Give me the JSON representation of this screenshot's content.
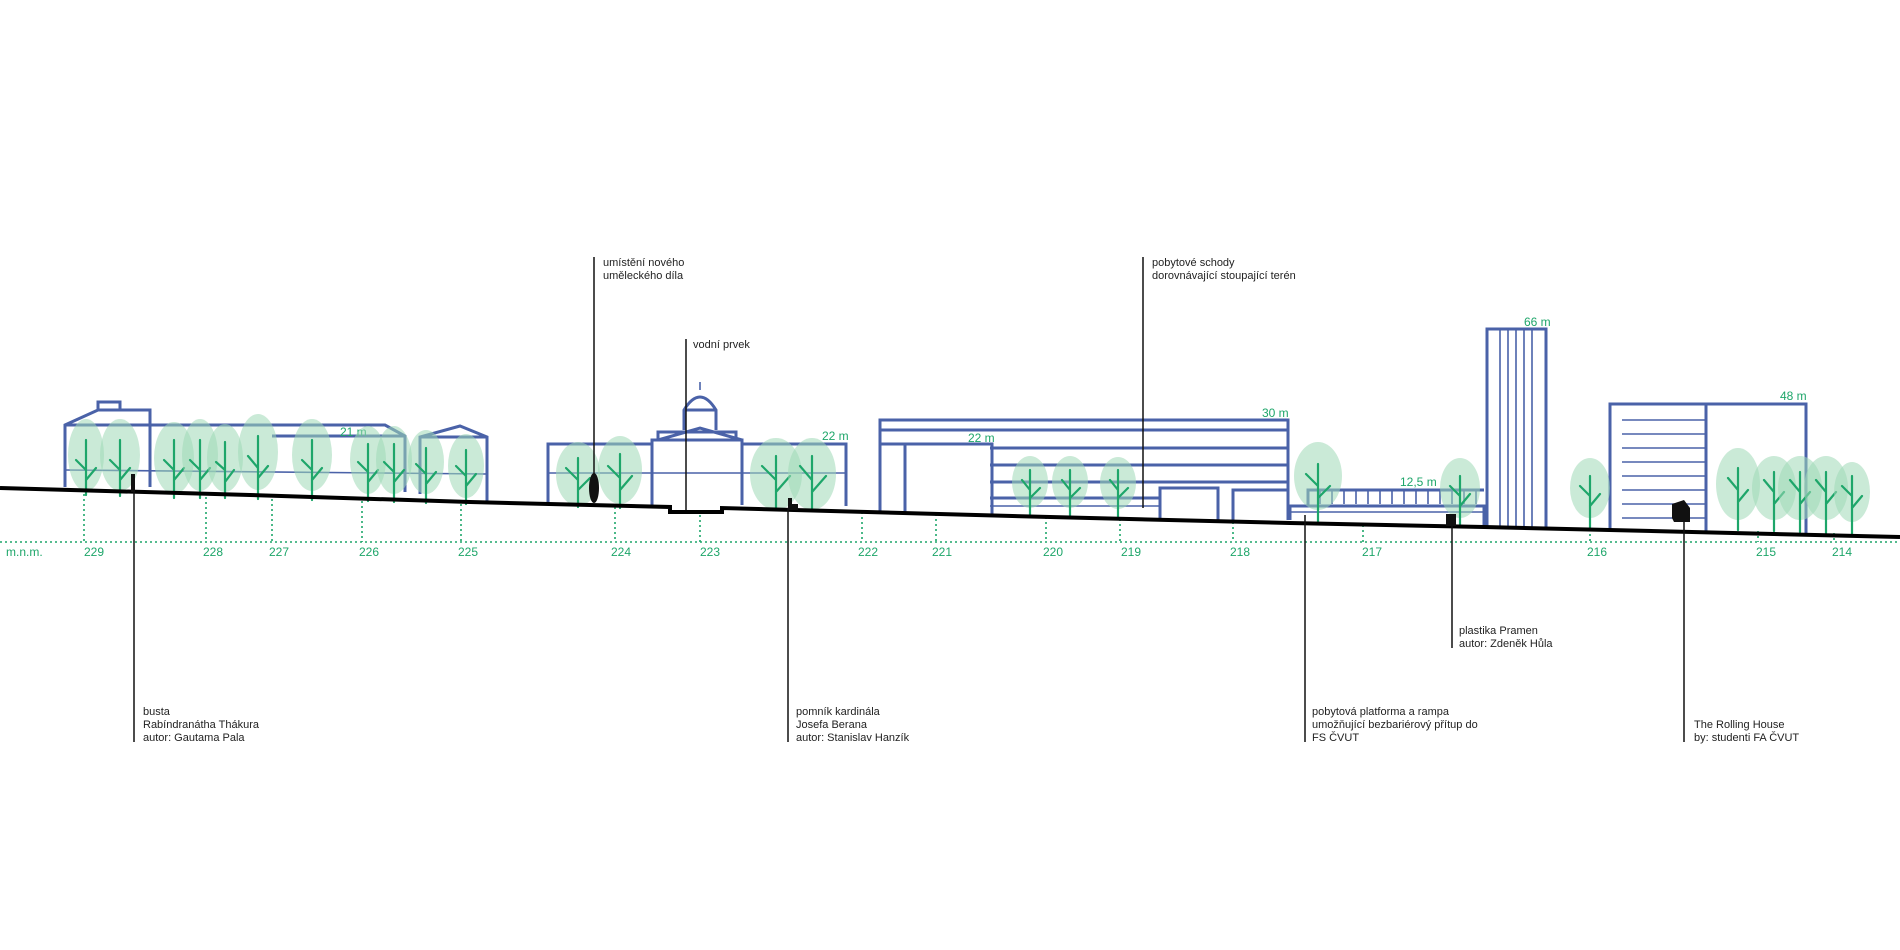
{
  "datum_label": "m.n.m.",
  "levels": [
    {
      "id": "l229",
      "value": "229"
    },
    {
      "id": "l228",
      "value": "228"
    },
    {
      "id": "l227",
      "value": "227"
    },
    {
      "id": "l226",
      "value": "226"
    },
    {
      "id": "l225",
      "value": "225"
    },
    {
      "id": "l224",
      "value": "224"
    },
    {
      "id": "l223",
      "value": "223"
    },
    {
      "id": "l222",
      "value": "222"
    },
    {
      "id": "l221",
      "value": "221"
    },
    {
      "id": "l220",
      "value": "220"
    },
    {
      "id": "l219",
      "value": "219"
    },
    {
      "id": "l218",
      "value": "218"
    },
    {
      "id": "l217",
      "value": "217"
    },
    {
      "id": "l216",
      "value": "216"
    },
    {
      "id": "l215",
      "value": "215"
    },
    {
      "id": "l214",
      "value": "214"
    }
  ],
  "heights": {
    "h21": "21 m",
    "h22a": "22 m",
    "h22b": "22 m",
    "h30": "30 m",
    "h12_5": "12,5 m",
    "h66": "66 m",
    "h48": "48 m"
  },
  "annotations": {
    "art": [
      "umístění nového",
      "uměleckého díla"
    ],
    "water": [
      "vodní prvek"
    ],
    "stairs": [
      "pobytové schody",
      "dorovnávající stoupající terén"
    ],
    "bust": [
      "busta",
      "Rabíndranátha Thákura",
      "autor: Gautama Pala"
    ],
    "beran": [
      "pomník kardinála",
      "Josefa Berana",
      "autor: Stanislav Hanzík"
    ],
    "platform": [
      "pobytová platforma a rampa",
      "umožňující bezbariérový přítup do",
      "FS ČVUT"
    ],
    "pramen": [
      "plastika Pramen",
      "autor: Zdeněk Hůla"
    ],
    "rolling": [
      "The Rolling House",
      "by: studenti FA ČVUT"
    ]
  },
  "colors": {
    "building": "#4a62a8",
    "grid": "#1ea66a",
    "tree": "#9fd8b6",
    "ground": "#000000"
  }
}
